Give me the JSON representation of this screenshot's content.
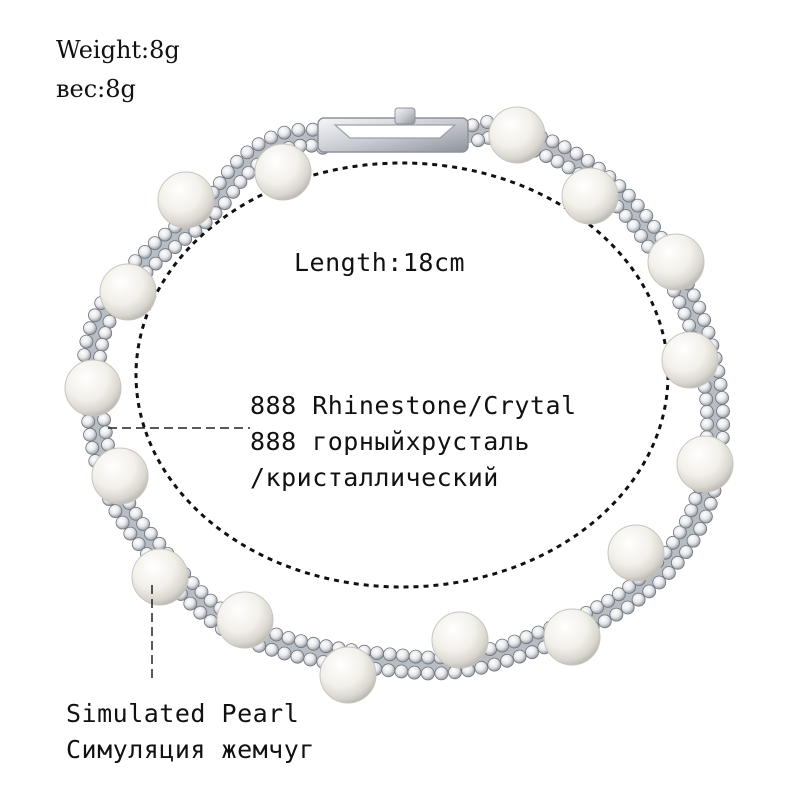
{
  "specs": {
    "weight_en": "Weight:8g",
    "weight_ru": "вес:8g",
    "length": "Length:18cm"
  },
  "rhinestone": {
    "line1": "888 Rhinestone/Crytal",
    "line2": "888 горныйхрусталь",
    "line3": "/кристаллический"
  },
  "pearl": {
    "line1": "Simulated Pearl",
    "line2": "Симуляция жемчуг"
  },
  "colors": {
    "metal": "#c9ccd2",
    "pearl": "#f3f0ea",
    "crystal": "#e6e8ec"
  }
}
